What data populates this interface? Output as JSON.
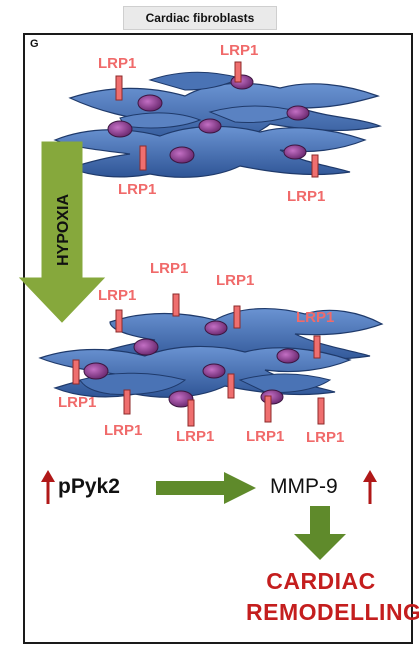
{
  "header": {
    "title": "Cardiac fibroblasts"
  },
  "panel": {
    "letter": "G"
  },
  "arrow": {
    "label": "HYPOXIA"
  },
  "receptor_label": "LRP1",
  "labels": {
    "ppyk2": "pPyk2",
    "mmp9": "MMP-9",
    "outcome_line1": "CARDIAC",
    "outcome_line2": "REMODELLING"
  },
  "colors": {
    "cell_body": "#4a73b5",
    "nucleus": "#8a3f8e",
    "receptor": "#ef6f6f",
    "arrow_green": "#86a83c",
    "arrow_dark_green": "#5f8a2b",
    "up_arrow": "#b01818",
    "outcome_text": "#c41e1e"
  },
  "icons": {
    "up_arrow_left": "arrow-up-icon",
    "up_arrow_right": "arrow-up-icon",
    "process_arrow": "arrow-right-icon",
    "result_arrow": "arrow-down-icon"
  }
}
